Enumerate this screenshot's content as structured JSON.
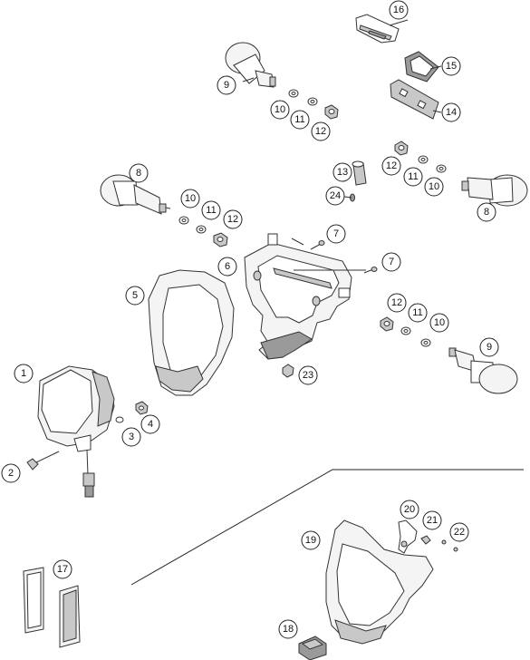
{
  "callouts": [
    "1",
    "2",
    "3",
    "4",
    "5",
    "6",
    "7",
    "7",
    "8",
    "8",
    "9",
    "9",
    "10",
    "10",
    "10",
    "10",
    "11",
    "11",
    "11",
    "11",
    "12",
    "12",
    "12",
    "12",
    "13",
    "14",
    "15",
    "16",
    "17",
    "18",
    "19",
    "20",
    "21",
    "22",
    "23",
    "24"
  ]
}
